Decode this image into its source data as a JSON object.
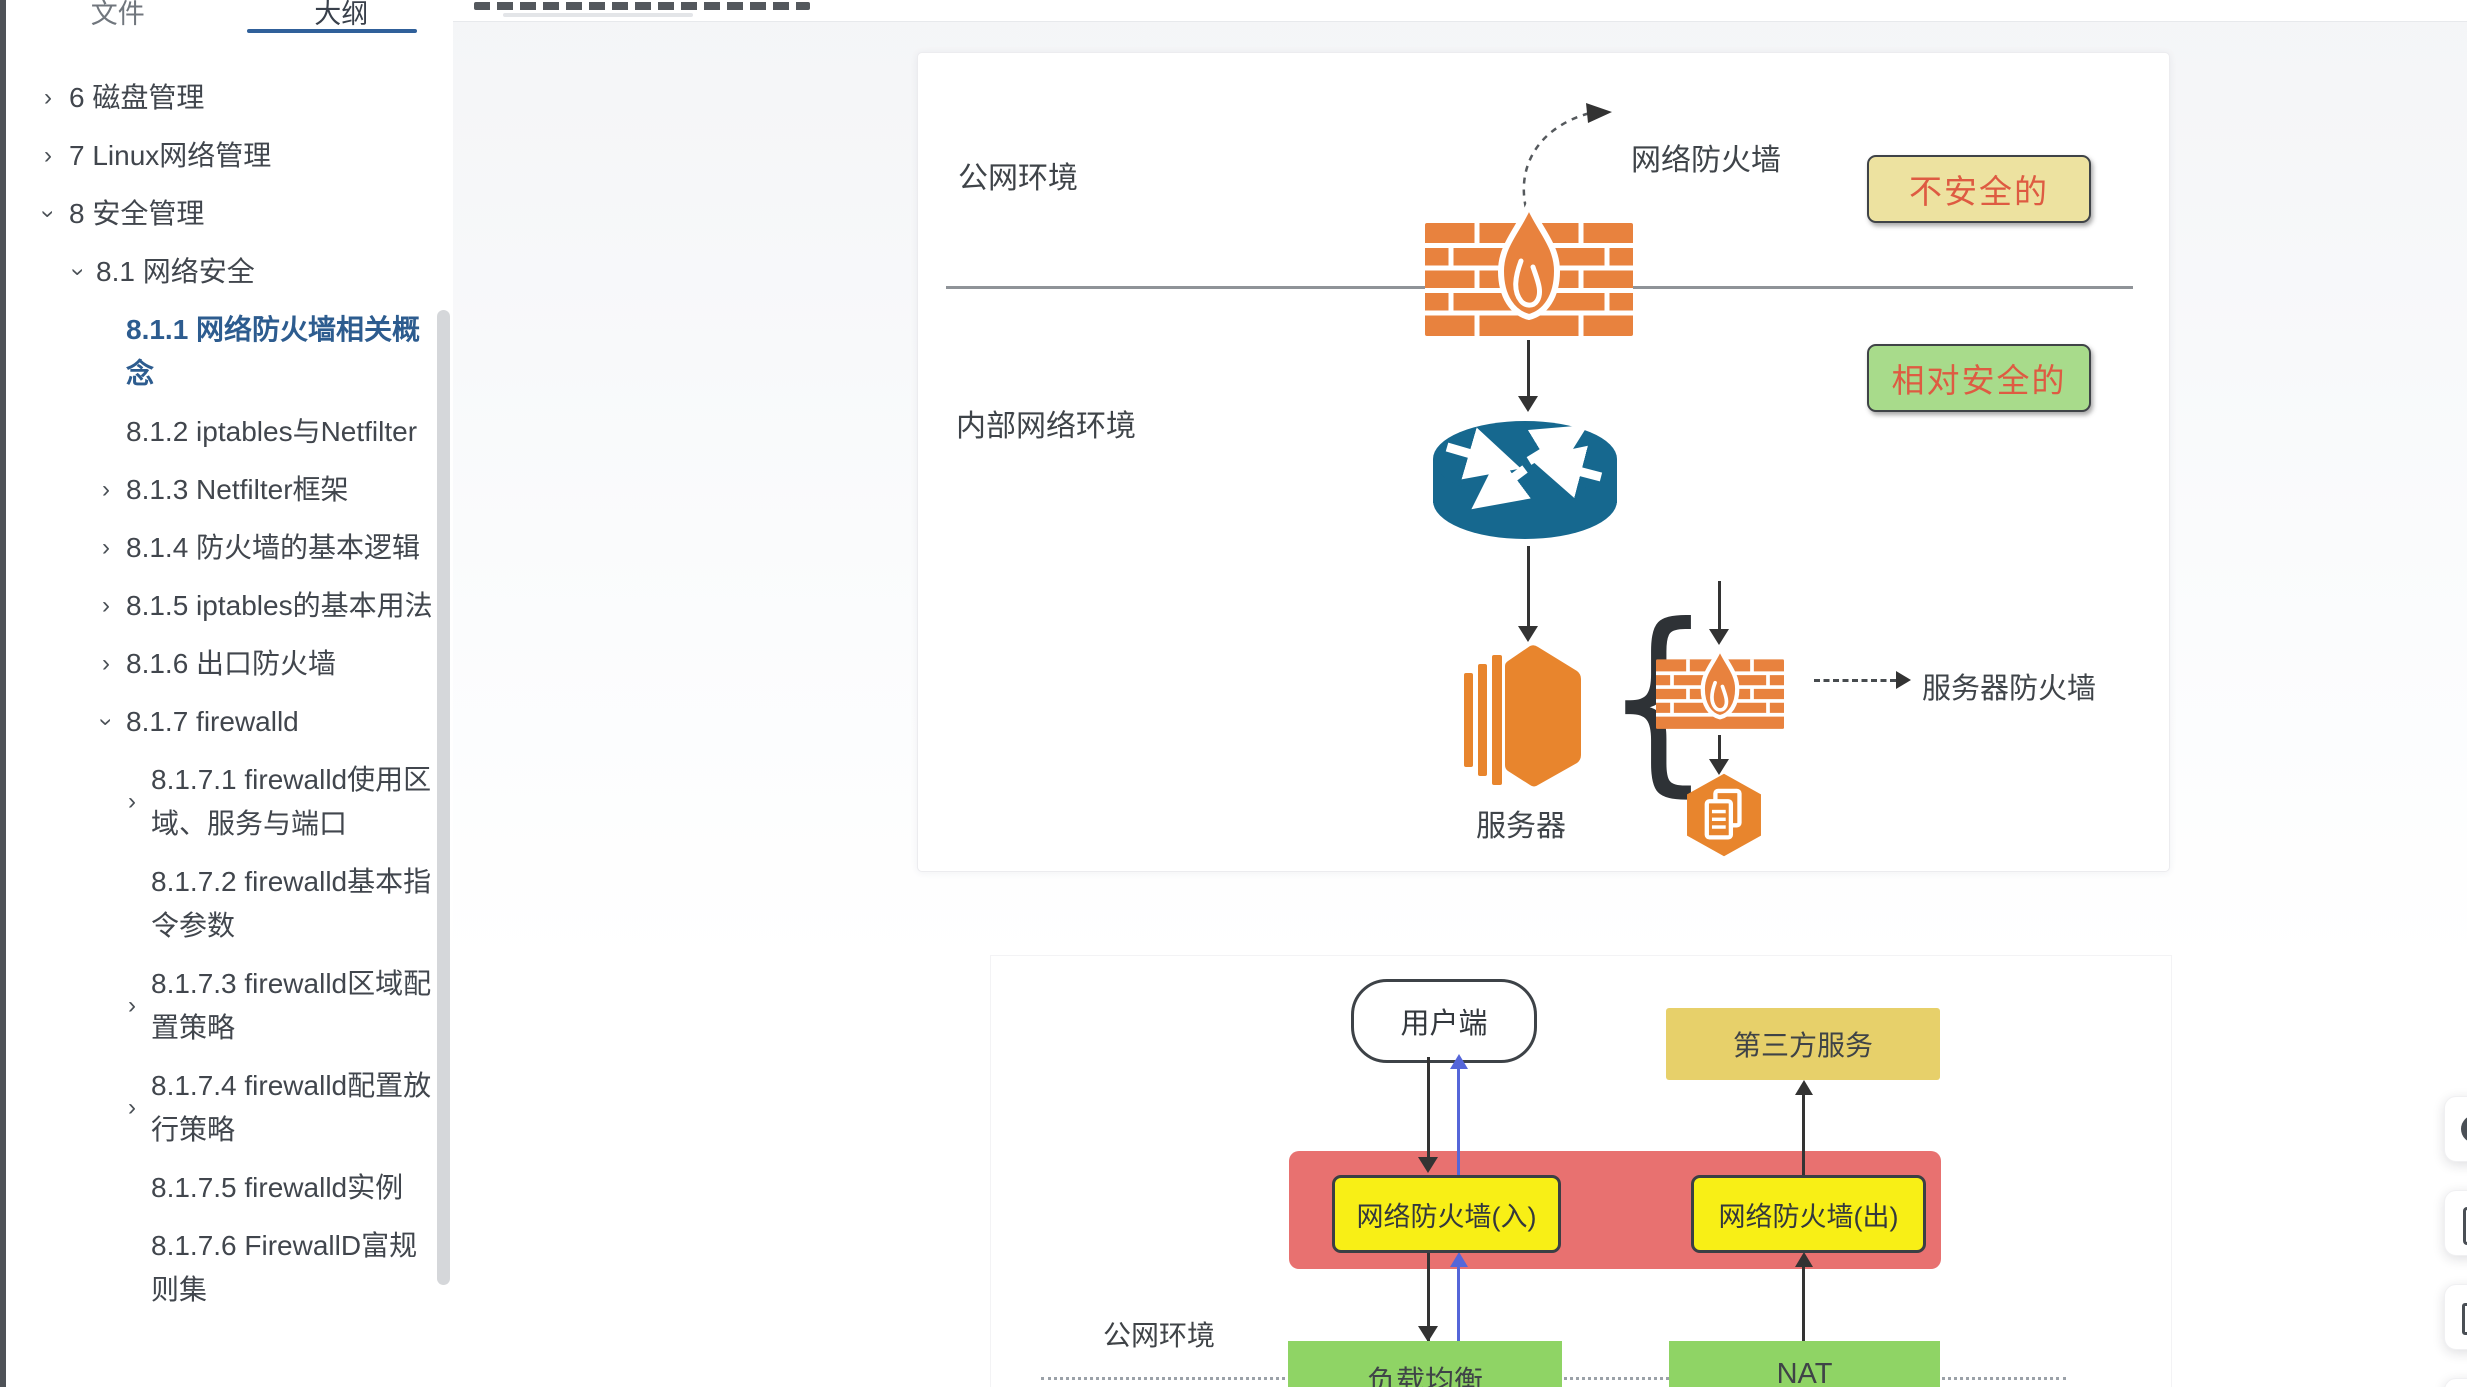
{
  "sidebar": {
    "tabs": [
      {
        "label": "文件",
        "active": false
      },
      {
        "label": "大纲",
        "active": true
      }
    ],
    "toc": [
      {
        "level": 1,
        "chevron": "right",
        "label": "6 磁盘管理"
      },
      {
        "level": 1,
        "chevron": "right",
        "label": "7 Linux网络管理"
      },
      {
        "level": 1,
        "chevron": "down",
        "label": "8 安全管理"
      },
      {
        "level": 2,
        "chevron": "down",
        "label": "8.1 网络安全"
      },
      {
        "level": 3,
        "chevron": "none",
        "label": "8.1.1 网络防火墙相关概念",
        "active": true
      },
      {
        "level": 3,
        "chevron": "none",
        "label": "8.1.2 iptables与Netfilter"
      },
      {
        "level": 3,
        "chevron": "right",
        "label": "8.1.3 Netfilter框架"
      },
      {
        "level": 3,
        "chevron": "right",
        "label": "8.1.4 防火墙的基本逻辑"
      },
      {
        "level": 3,
        "chevron": "right",
        "label": "8.1.5 iptables的基本用法"
      },
      {
        "level": 3,
        "chevron": "right",
        "label": "8.1.6 出口防火墙"
      },
      {
        "level": 3,
        "chevron": "down",
        "label": "8.1.7 firewalld"
      },
      {
        "level": 4,
        "chevron": "right",
        "label": "8.1.7.1 firewalld使用区域、服务与端口"
      },
      {
        "level": 4,
        "chevron": "none",
        "label": "8.1.7.2 firewalld基本指令参数"
      },
      {
        "level": 4,
        "chevron": "right",
        "label": "8.1.7.3 firewalld区域配置策略"
      },
      {
        "level": 4,
        "chevron": "right",
        "label": "8.1.7.4 firewalld配置放行策略"
      },
      {
        "level": 4,
        "chevron": "none",
        "label": "8.1.7.5 firewalld实例"
      },
      {
        "level": 4,
        "chevron": "none",
        "label": "8.1.7.6 FirewallD富规则集"
      }
    ]
  },
  "diagram1": {
    "public_env_label": "公网环境",
    "internal_env_label": "内部网络环境",
    "firewall_label": "网络防火墙",
    "unsafe_badge": "不安全的",
    "safe_badge": "相对安全的",
    "server_label": "服务器",
    "server_firewall_label": "服务器防火墙"
  },
  "diagram2": {
    "client_label": "用户端",
    "third_party_label": "第三方服务",
    "firewall_in_label": "网络防火墙(入)",
    "firewall_out_label": "网络防火墙(出)",
    "public_env_label": "公网环境",
    "load_balancer_label": "负载均衡",
    "nat_label": "NAT"
  },
  "colors": {
    "accent_tab_underline": "#30609a",
    "active_toc_item": "#2d5c8f",
    "firewall_orange": "#e8823e",
    "server_orange": "#e8852d",
    "router_blue": "#16688f",
    "unsafe_badge_bg": "#ede2a0",
    "safe_badge_bg": "#a8db8b",
    "badge_text_red": "#de5b42",
    "red_band": "#e87170",
    "yellow_box": "#f8ef16",
    "green_box": "#8fd465",
    "third_party_yellow": "#e7d06a",
    "blue_arrow": "#5566d9"
  }
}
